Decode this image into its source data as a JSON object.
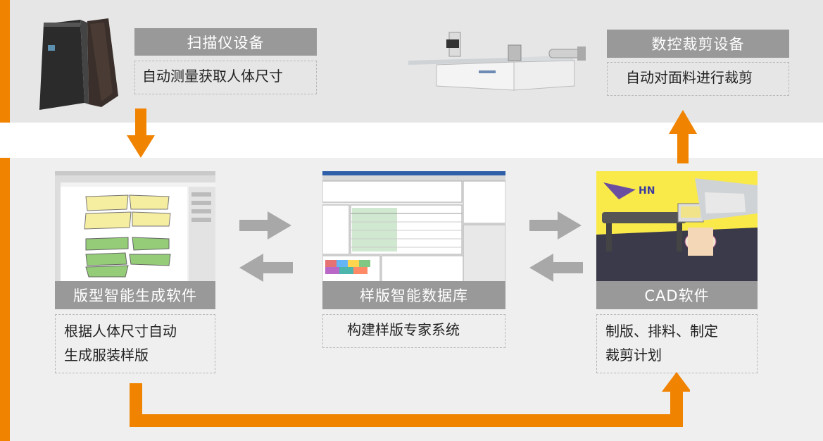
{
  "colors": {
    "accent": "#f08300",
    "label_bg": "#999999",
    "arrow_gray": "#a8a8a8"
  },
  "nodes": {
    "scanner": {
      "title": "扫描仪设备",
      "desc": "自动测量获取人体尺寸",
      "icon": "body-scanner-image"
    },
    "cutter": {
      "title": "数控裁剪设备",
      "desc": "自动对面料进行裁剪",
      "icon": "cnc-cutter-image"
    },
    "pattern_software": {
      "title": "版型智能生成软件",
      "desc_lines": [
        "根据人体尺寸自动",
        "生成服装样版"
      ],
      "icon": "pattern-software-screenshot"
    },
    "database": {
      "title": "样版智能数据库",
      "desc": "构建样版专家系统",
      "icon": "database-software-screenshot"
    },
    "cad": {
      "title": "CAD软件",
      "desc_lines": [
        "制版、排料、制定",
        "裁剪计划"
      ],
      "icon": "cad-system-image"
    }
  }
}
